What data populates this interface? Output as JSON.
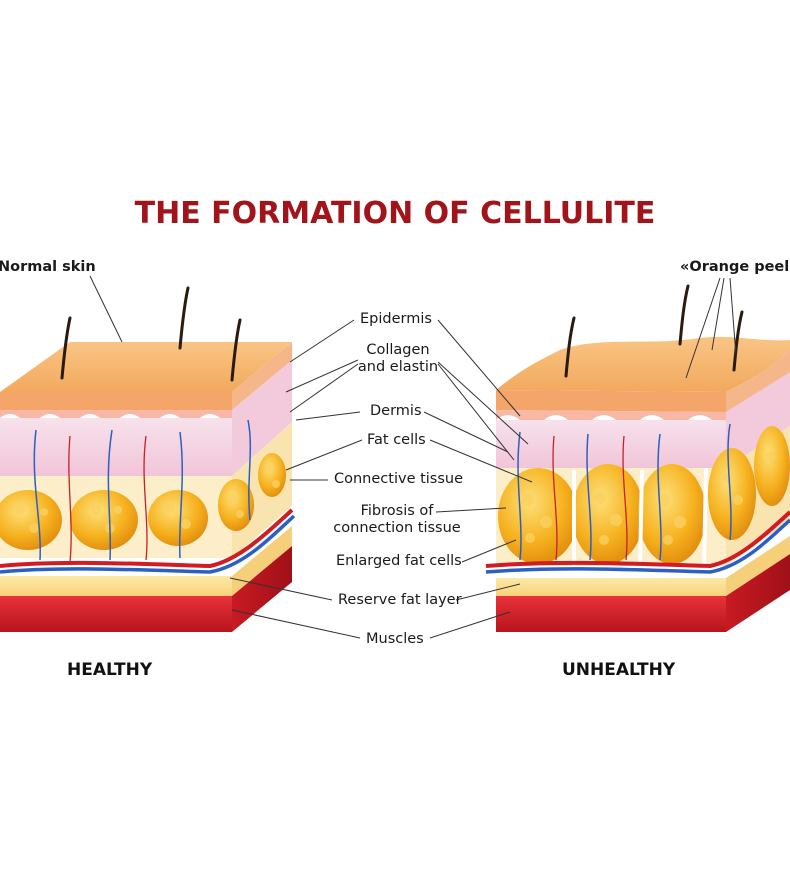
{
  "title": "THE FORMATION OF CELLULITE",
  "callouts": {
    "normal_skin": "Normal skin",
    "orange_peel": "«Orange peel»"
  },
  "labels": {
    "epidermis": "Epidermis",
    "collagen_line1": "Collagen",
    "collagen_line2": "and elastin",
    "dermis": "Dermis",
    "fat_cells": "Fat cells",
    "connective_tissue": "Connective tissue",
    "fibrosis_line1": "Fibrosis of",
    "fibrosis_line2": "connection tissue",
    "enlarged_fat_cells": "Enlarged fat cells",
    "reserve_fat_layer": "Reserve fat layer",
    "muscles": "Muscles"
  },
  "captions": {
    "healthy": "HEALTHY",
    "unhealthy": "UNHEALTHY"
  },
  "colors": {
    "title": "#a0141a",
    "epidermis": "#f5b070",
    "dermis": "#f6d3e3",
    "fat": "#f4a81c",
    "muscle": "#d9202a",
    "artery": "#d01c24",
    "vein": "#2a5fc4"
  }
}
